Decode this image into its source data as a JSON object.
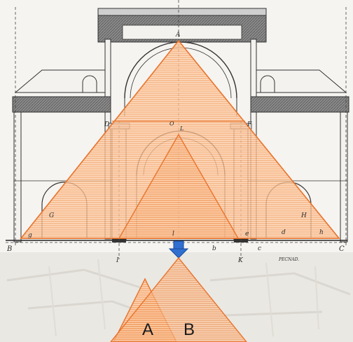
{
  "colors": {
    "paper": "#f2efe9",
    "ink": "#2e2e2e",
    "wall_fill": "#9a9a9a",
    "triangle_stroke": "#e8742c",
    "triangle_fill": "#f6a56e",
    "arrow_blue": "#2f6fd0",
    "bottom_fill": "#f3a060"
  },
  "icons": {
    "down_arrow": "down-arrow-icon"
  },
  "drawing_labels": {
    "apex": "A",
    "D": "D",
    "O": "O",
    "L": "L",
    "F": "F",
    "G": "G",
    "H": "H",
    "B": "B",
    "C": "C",
    "I": "I",
    "K": "K",
    "g": "g",
    "l": "l",
    "b": "b",
    "e": "e",
    "c": "c",
    "d": "d",
    "h": "h",
    "signature": "PECNAD."
  },
  "comparison": {
    "left_label": "A",
    "right_label": "B"
  }
}
